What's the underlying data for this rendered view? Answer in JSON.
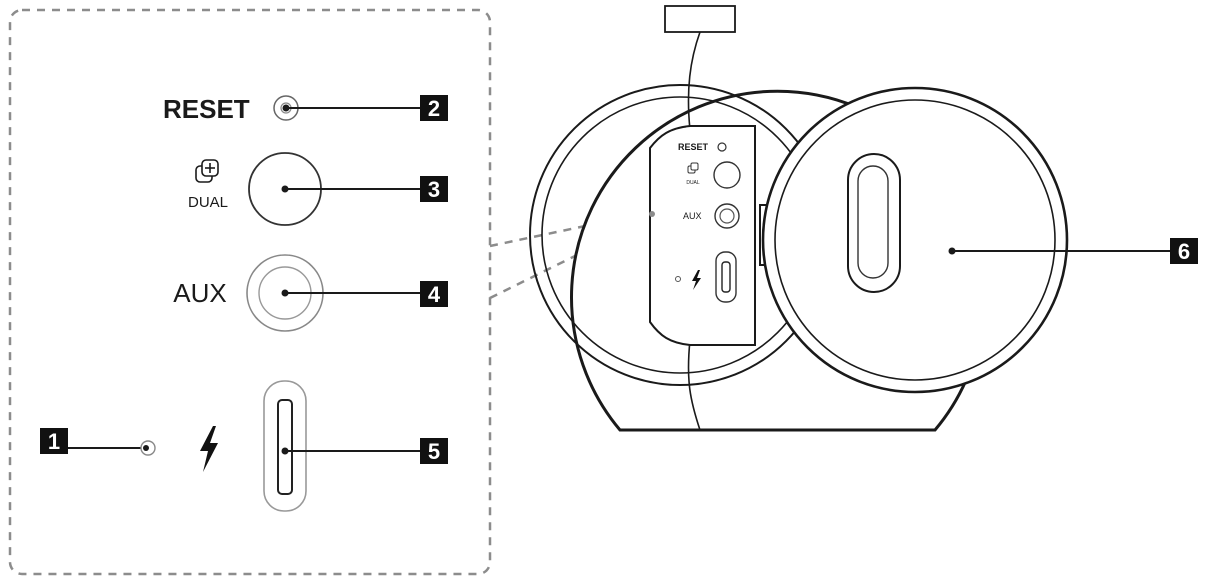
{
  "labels": {
    "reset": "RESET",
    "dual": "DUAL",
    "aux": "AUX",
    "reset_small": "RESET",
    "dual_small": "DUAL",
    "aux_small": "AUX"
  },
  "callouts": {
    "c1": "1",
    "c2": "2",
    "c3": "3",
    "c4": "4",
    "c5": "5",
    "c6": "6"
  },
  "icons": {
    "dual": "dual-connect-icon",
    "charge": "lightning-bolt-icon",
    "reset_button": "reset-pinhole-icon",
    "led": "status-led-icon"
  },
  "colors": {
    "line": "#1a1a1a",
    "callout_box": "#111111",
    "dashed": "#8c8c8c"
  }
}
